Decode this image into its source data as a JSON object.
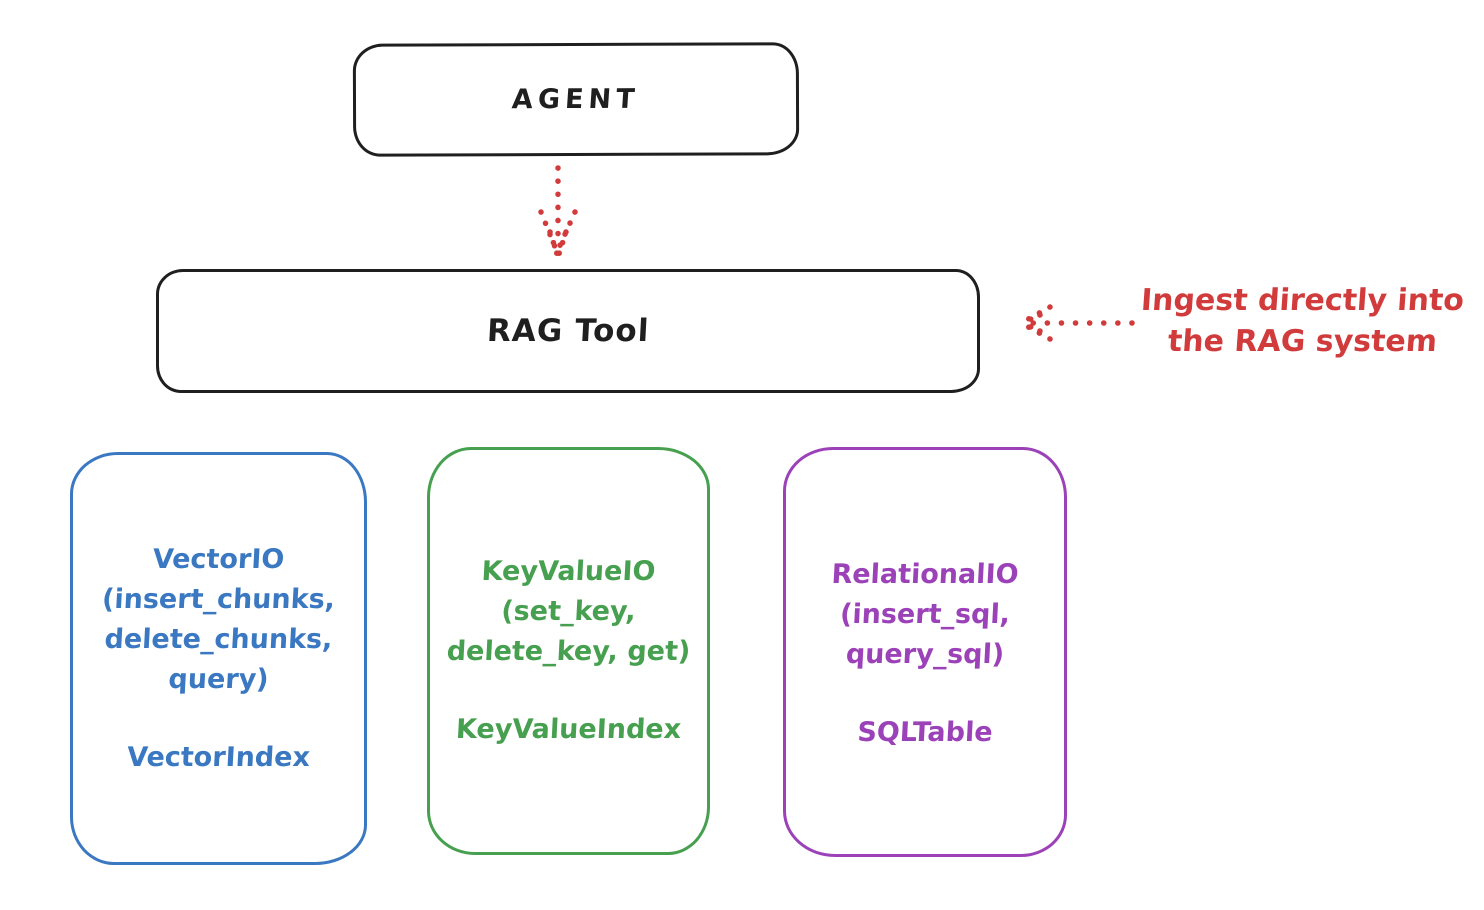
{
  "diagram": {
    "background_color": "#ffffff",
    "outline_color": "#1f1f1f",
    "accent_red": "#d23b3b",
    "agent": {
      "label": "AGENT"
    },
    "rag_tool": {
      "label": "RAG Tool"
    },
    "agent_to_rag_arrow": {
      "icon": "dotted-down-arrow-icon",
      "color": "#d23b3b",
      "style": "dotted"
    },
    "annotation": {
      "text": "Ingest directly into the RAG system",
      "line1": "Ingest directly into",
      "line2": "the RAG system",
      "color": "#d23b3b",
      "arrow_icon": "dotted-left-arrow-icon",
      "arrow_style": "dotted"
    },
    "stores": [
      {
        "color": "#3b78c2",
        "lines": [
          "VectorIO",
          "(insert_chunks,",
          "delete_chunks,",
          "query)"
        ],
        "index_label": "VectorIndex"
      },
      {
        "color": "#46a04f",
        "lines": [
          "KeyValueIO",
          "(set_key,",
          "delete_key, get)"
        ],
        "index_label": "KeyValueIndex"
      },
      {
        "color": "#9c42b8",
        "lines": [
          "RelationalIO",
          "(insert_sql,",
          "query_sql)"
        ],
        "index_label": "SQLTable"
      }
    ]
  }
}
